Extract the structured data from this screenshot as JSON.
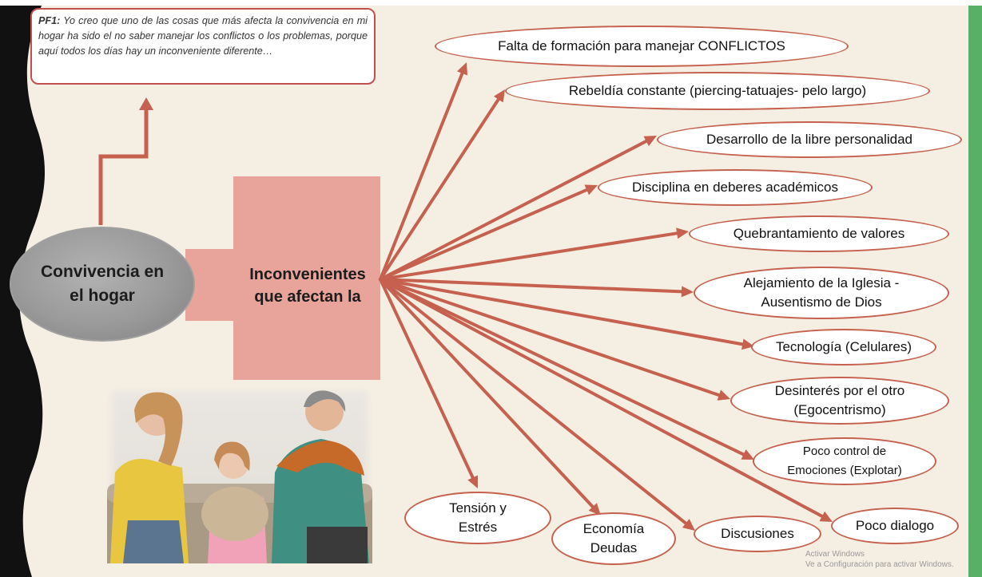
{
  "quote": {
    "label": "PF1:",
    "text": "Yo creo que uno de las cosas que más afecta la convivencia en mi hogar ha sido el no saber manejar los conflictos o los problemas, porque aquí todos los días hay un inconveniente diferente…"
  },
  "center": {
    "title": "Convivencia en el hogar"
  },
  "inconvenientes": {
    "title": "Inconvenientes que afectan la"
  },
  "items": [
    {
      "lines": [
        "Falta de formación para manejar CONFLICTOS"
      ]
    },
    {
      "lines": [
        "Rebeldía constante (piercing-tatuajes- pelo largo)"
      ]
    },
    {
      "lines": [
        "Desarrollo de la libre personalidad"
      ]
    },
    {
      "lines": [
        "Disciplina en deberes académicos"
      ]
    },
    {
      "lines": [
        "Quebrantamiento de valores"
      ]
    },
    {
      "lines": [
        "Alejamiento de la Iglesia -",
        "Ausentismo de Dios"
      ]
    },
    {
      "lines": [
        "Tecnología (Celulares)"
      ]
    },
    {
      "lines": [
        "Desinterés por el otro",
        "(Egocentrismo)"
      ]
    },
    {
      "lines": [
        "Poco control de",
        "Emociones (Explotar)"
      ]
    },
    {
      "lines": [
        "Poco dialogo"
      ]
    },
    {
      "lines": [
        "Discusiones"
      ]
    },
    {
      "lines": [
        "Economía",
        "Deudas"
      ]
    },
    {
      "lines": [
        "Tensión y",
        "Estrés"
      ]
    }
  ],
  "watermark": {
    "line1": "Activar Windows",
    "line2": "Ve a Configuración para activar Windows."
  },
  "colors": {
    "arrow": "#c5614e",
    "box": "#e8a39a",
    "background": "#f5efe3",
    "green_bar": "#58b066",
    "dark_left": "#111111"
  }
}
